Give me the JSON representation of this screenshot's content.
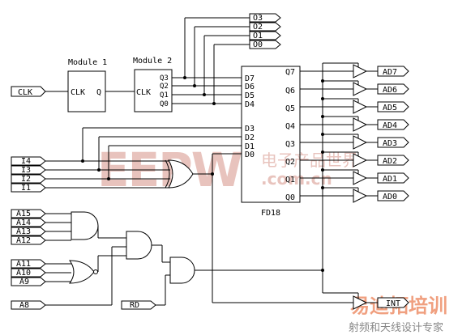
{
  "modules": {
    "module1": {
      "title": "Module 1",
      "clk": "CLK",
      "q": "Q"
    },
    "module2": {
      "title": "Module 2",
      "clk": "CLK",
      "q3": "Q3",
      "q2": "Q2",
      "q1": "Q1",
      "q0": "Q0"
    }
  },
  "fd18": {
    "name": "FD18",
    "inputs": [
      "D7",
      "D6",
      "D5",
      "D4",
      "D3",
      "D2",
      "D1",
      "D0"
    ],
    "outputs": [
      "Q7",
      "Q6",
      "Q5",
      "Q4",
      "Q3",
      "Q2",
      "Q1",
      "Q0"
    ]
  },
  "ports": {
    "clk": "CLK",
    "o": [
      "O3",
      "O2",
      "O1",
      "O0"
    ],
    "i": [
      "I4",
      "I3",
      "I2",
      "I1"
    ],
    "a_top": [
      "A15",
      "A14",
      "A13",
      "A12"
    ],
    "a_mid": [
      "A11",
      "A10",
      "A9"
    ],
    "a8": "A8",
    "rd": "RD",
    "ad": [
      "AD7",
      "AD6",
      "AD5",
      "AD4",
      "AD3",
      "AD2",
      "AD1",
      "AD0"
    ],
    "int": "INT"
  },
  "watermark": {
    "logo": "EEPW",
    "cn": "电子产品世界",
    "url": ".com.cn",
    "brand": "射频和天线设计专家"
  },
  "colors": {
    "line": "#000000",
    "watermark": "#e8c3bd"
  }
}
